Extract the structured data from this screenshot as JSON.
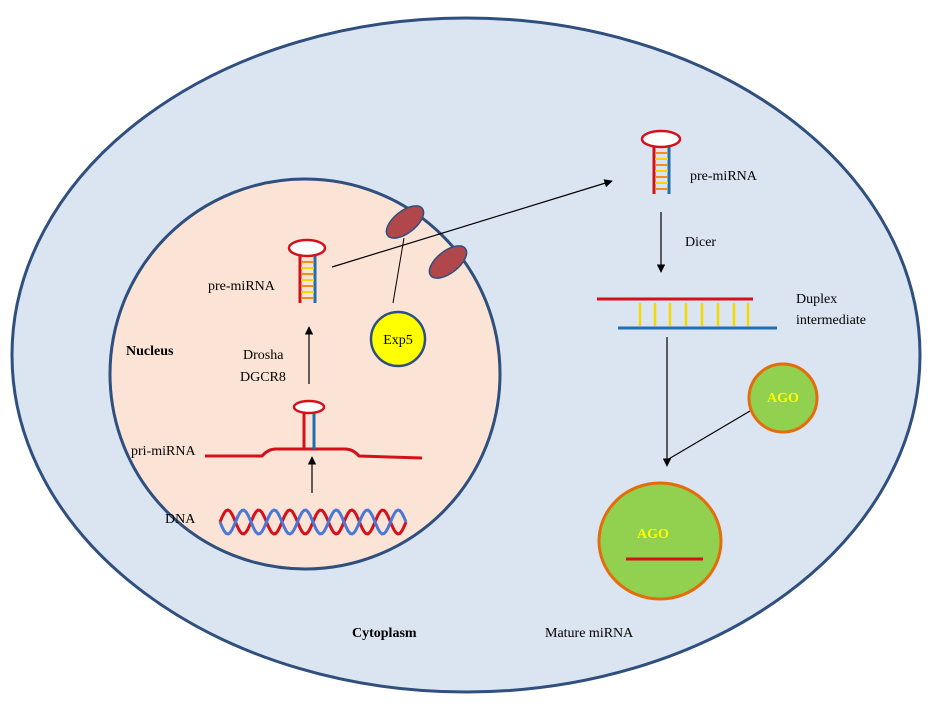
{
  "labels": {
    "nucleus": "Nucleus",
    "cytoplasm": "Cytoplasm",
    "pre_mirna_nucleus": "pre-miRNA",
    "pre_mirna_cytoplasm": "pre-miRNA",
    "pri_mirna": "pri-miRNA",
    "dna": "DNA",
    "drosha": "Drosha",
    "dgcr8": "DGCR8",
    "exp5": "Exp5",
    "dicer": "Dicer",
    "duplex_line1": "Duplex",
    "duplex_line2": "intermediate",
    "ago_small": "AGO",
    "ago_large": "AGO",
    "mature_mirna": "Mature miRNA"
  },
  "colors": {
    "cell_fill": "#dbe5f1",
    "cell_stroke": "#2f4f7f",
    "nucleus_fill": "#fbe4d5",
    "rna_red": "#d4101c",
    "dna_blue": "#4b78d8",
    "stem_blue": "#1f6fb5",
    "base_pair_yellow": "#f5d800",
    "base_pair_orange": "#f28c1a",
    "pore": "#b0474a",
    "exp5_fill": "#ffff00",
    "ago_fill": "#92d050",
    "ago_stroke": "#e46c0a",
    "ago_text": "#ffff00"
  }
}
